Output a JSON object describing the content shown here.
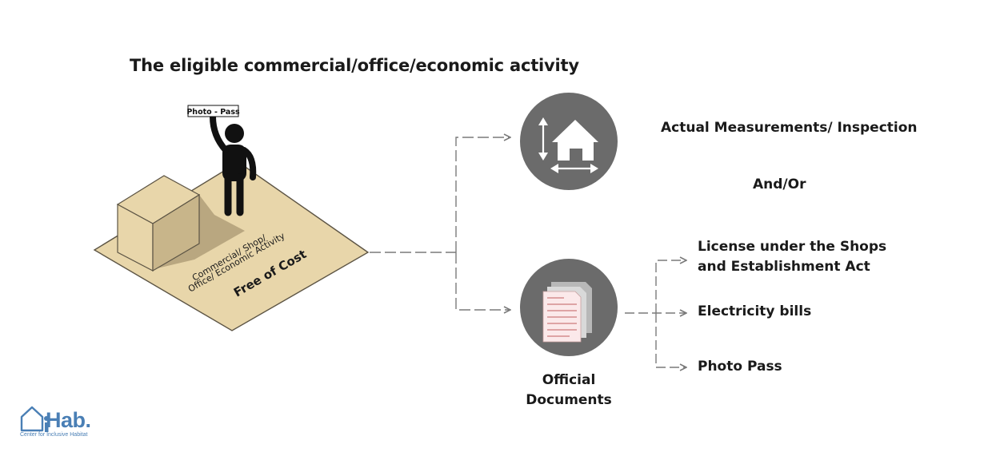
{
  "title": "The eligible commercial/office/economic activity",
  "plot": {
    "badge": "Photo - Pass",
    "line1": "Commercial/ Shop/",
    "line2": "Office/ Economic Activity",
    "free": "Free of Cost"
  },
  "measurements": {
    "label": "Actual Measurements/ Inspection",
    "icon": "house-measure-icon"
  },
  "connector_word": "And/Or",
  "documents": {
    "label_line1": "Official",
    "label_line2": "Documents",
    "icon": "documents-icon",
    "items": [
      {
        "line1": "License under the Shops",
        "line2": "and Establishment Act"
      },
      {
        "line1": "Electricity bills"
      },
      {
        "line1": "Photo Pass"
      }
    ]
  },
  "logo": {
    "word": "Hab.",
    "tagline": "Center for Inclusive Habitat",
    "color": "#4a7fb5"
  },
  "colors": {
    "plot_fill": "#e8d6aa",
    "plot_stroke": "#5c5444",
    "circle": "#6b6b6b",
    "arrow": "#7a7a7a"
  }
}
